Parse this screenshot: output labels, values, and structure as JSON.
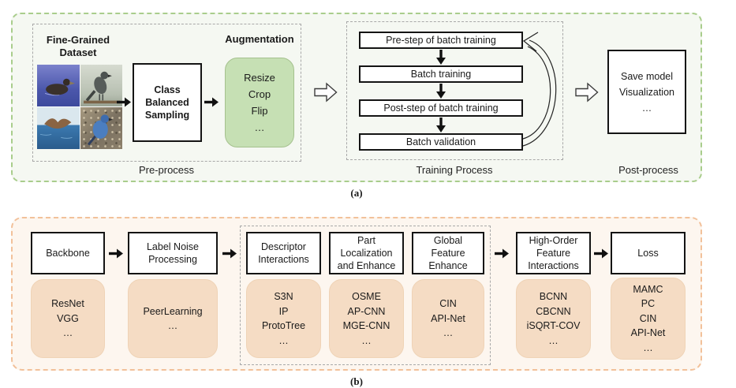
{
  "figure": {
    "caption_a": "(a)",
    "caption_b": "(b)"
  },
  "part_a": {
    "pre_process": {
      "section_label": "Pre-process",
      "dataset_label": [
        "Fine-Grained",
        "Dataset"
      ],
      "sampling_box": [
        "Class",
        "Balanced",
        "Sampling"
      ],
      "augmentation_label": "Augmentation",
      "augmentation_items": [
        "Resize",
        "Crop",
        "Flip",
        "…"
      ]
    },
    "training_process": {
      "section_label": "Training Process",
      "steps": [
        "Pre-step of batch training",
        "Batch training",
        "Post-step of batch training",
        "Batch validation"
      ]
    },
    "post_process": {
      "section_label": "Post-process",
      "output_items": [
        "Save model",
        "Visualization",
        "…"
      ]
    }
  },
  "part_b": {
    "columns": [
      {
        "title": "Backbone",
        "items": [
          "ResNet",
          "VGG",
          "…"
        ]
      },
      {
        "title": "Label Noise Processing",
        "items": [
          "PeerLearning",
          "…"
        ]
      },
      {
        "title": "Descriptor Interactions",
        "items": [
          "S3N",
          "IP",
          "ProtoTree",
          "…"
        ]
      },
      {
        "title": "Part Localization and Enhance",
        "items": [
          "OSME",
          "AP-CNN",
          "MGE-CNN",
          "…"
        ]
      },
      {
        "title": "Global Feature Enhance",
        "items": [
          "CIN",
          "API-Net",
          "…"
        ]
      },
      {
        "title": "High-Order Feature Interactions",
        "items": [
          "BCNN",
          "CBCNN",
          "iSQRT-COV",
          "…"
        ]
      },
      {
        "title": "Loss",
        "items": [
          "MAMC",
          "PC",
          "CIN",
          "API-Net",
          "…"
        ]
      }
    ]
  },
  "icons": {
    "flow_arrow": "solid-right-arrow",
    "step_arrow": "solid-down-arrow",
    "stage_arrow": "hollow-right-arrow",
    "loop_arrow": "curved-feedback-arrow",
    "photos": [
      "duck-on-water",
      "gray-catbird",
      "gull-over-sea",
      "blue-bird-on-ground"
    ]
  },
  "colors": {
    "part_a_border": "#a9cd8c",
    "part_a_bg": "#f5f8f2",
    "augmentation_fill": "#c6e0b4",
    "part_b_border": "#f2c19a",
    "part_b_bg": "#fdf6ef",
    "method_fill": "#f5dcc4",
    "inner_dashed": "#a8a8a8",
    "box_border": "#141414"
  }
}
